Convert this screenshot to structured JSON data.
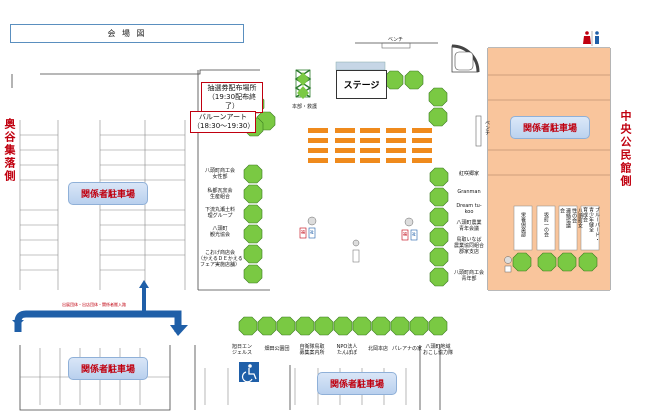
{
  "map": {
    "title": "会 場 図",
    "left_side_label": "奥谷集落側",
    "right_side_label": "中央公民館側",
    "stage_label": "ステージ",
    "hq_label": "本部・救護",
    "bench_top": "ベンチ",
    "bench_right": "ベンチ",
    "route_note": "出展団体・出店団体・関係者搬入路",
    "lot_left": "関係者駐車場",
    "lot_bottom_left": "関係者駐車場",
    "lot_bottom_center": "関係者駐車場",
    "lot_right": "関係者駐車場",
    "lottery_notice": [
      "抽選券配布場所",
      "（19:30配布終了）"
    ],
    "balloon_notice": [
      "バルーンアート",
      "（18:30～19:30）"
    ]
  },
  "booths_left": [
    [
      "八頭町商工会",
      "女性部"
    ],
    [
      "私都瓦窯会",
      "生産組合"
    ],
    [
      "下流丸瀬土料",
      "理グループ"
    ],
    [
      "八頭町",
      "観光協会"
    ],
    [
      "こおげ商店会",
      "（かえるＤＥかえる",
      "フェア実施店舗）"
    ]
  ],
  "booths_right": [
    [
      "紅咲郷家"
    ],
    [
      "Granman"
    ],
    [
      "Dream tu-",
      "koo"
    ],
    [
      "八頭町農業",
      "青年会議"
    ],
    [
      "鳥取いなば",
      "農業協同組合",
      "郡家支店"
    ],
    [
      "八頭町商工会",
      "青年部"
    ]
  ],
  "booths_bottom": [
    [
      "旭日エン",
      "ジェルス"
    ],
    [
      "畑田公園団"
    ],
    [
      "自衛隊鳥取",
      "募集案内所"
    ],
    [
      "NPO法人",
      "たんぽぽ"
    ],
    [
      "北岡本店"
    ],
    [
      "パレアナの家"
    ],
    [
      "八頭町地域",
      "おこし協力隊"
    ]
  ],
  "booths_right_lot": [
    [
      "栄養倶楽部"
    ],
    [
      "坂町一の会"
    ],
    [
      "八頭町女",
      "性の会",
      "連絡協議",
      "会"
    ],
    [
      "ブルーバード・",
      "青少年健全",
      "育成会"
    ]
  ],
  "small_markers": [
    "福",
    "祉",
    "福",
    "祉"
  ],
  "colors": {
    "booth_green": "#7ac943",
    "chair_orange": "#ef8a1c",
    "lot_orange": "#f9c59c",
    "accent_red": "#c0000f",
    "route_blue": "#1f5fa8",
    "parking_blue": "#1f5fa8"
  },
  "icons": [
    "restroom-icon",
    "accessible-parking-icon",
    "hq-tent-icon",
    "vending-icon"
  ]
}
